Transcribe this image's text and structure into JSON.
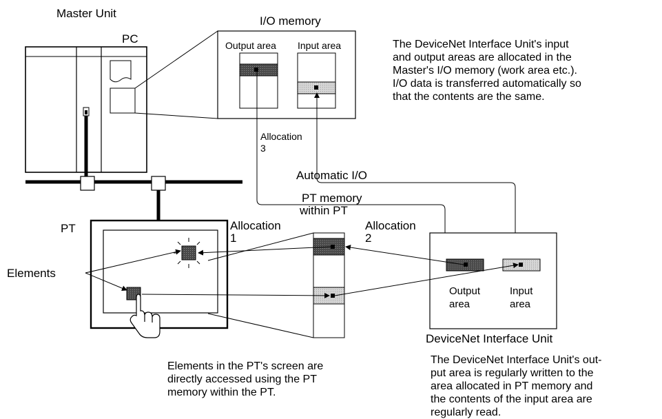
{
  "labels": {
    "master_unit": "Master Unit",
    "pc": "PC",
    "io_memory": "I/O memory",
    "output_area": "Output area",
    "input_area": "Input area",
    "allocation_3_line1": "Allocation",
    "allocation_3_line2": "3",
    "automatic_io": "Automatic I/O",
    "pt_memory_line1": "PT memory",
    "pt_memory_line2": "within PT",
    "pt": "PT",
    "allocation_1_line1": "Allocation",
    "allocation_1_line2": "1",
    "allocation_2_line1": "Allocation",
    "allocation_2_line2": "2",
    "elements": "Elements",
    "dni_output_line1": "Output",
    "dni_output_line2": "area",
    "dni_input_line1": "Input",
    "dni_input_line2": "area",
    "devicenet_interface_unit": "DeviceNet Interface Unit"
  },
  "notes": {
    "top_right": "The DeviceNet Interface Unit's input\nand output areas are allocated in the\nMaster's I/O memory (work area etc.).\nI/O data is transferred automatically so\nthat the contents are the same.",
    "bottom_middle": "Elements in the PT's screen are\ndirectly accessed using the PT\nmemory within the PT.",
    "bottom_right": "The DeviceNet Interface Unit's out-\nput area is regularly written to the\narea allocated in PT memory and\nthe contents of the input area are\nregularly read."
  }
}
